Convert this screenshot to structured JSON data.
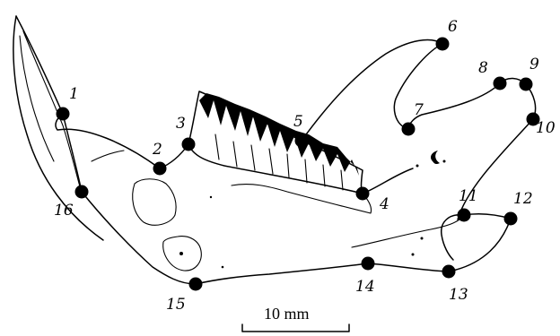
{
  "figure": {
    "landmarks": [
      {
        "id": "1",
        "label": "1"
      },
      {
        "id": "2",
        "label": "2"
      },
      {
        "id": "3",
        "label": "3"
      },
      {
        "id": "4",
        "label": "4"
      },
      {
        "id": "5",
        "label": "5"
      },
      {
        "id": "6",
        "label": "6"
      },
      {
        "id": "7",
        "label": "7"
      },
      {
        "id": "8",
        "label": "8"
      },
      {
        "id": "9",
        "label": "9"
      },
      {
        "id": "10",
        "label": "10"
      },
      {
        "id": "11",
        "label": "11"
      },
      {
        "id": "12",
        "label": "12"
      },
      {
        "id": "13",
        "label": "13"
      },
      {
        "id": "14",
        "label": "14"
      },
      {
        "id": "15",
        "label": "15"
      },
      {
        "id": "16",
        "label": "16"
      }
    ],
    "scale_bar": {
      "label": "10 mm"
    },
    "colors": {
      "ink": "#000000",
      "background": "#ffffff"
    }
  }
}
